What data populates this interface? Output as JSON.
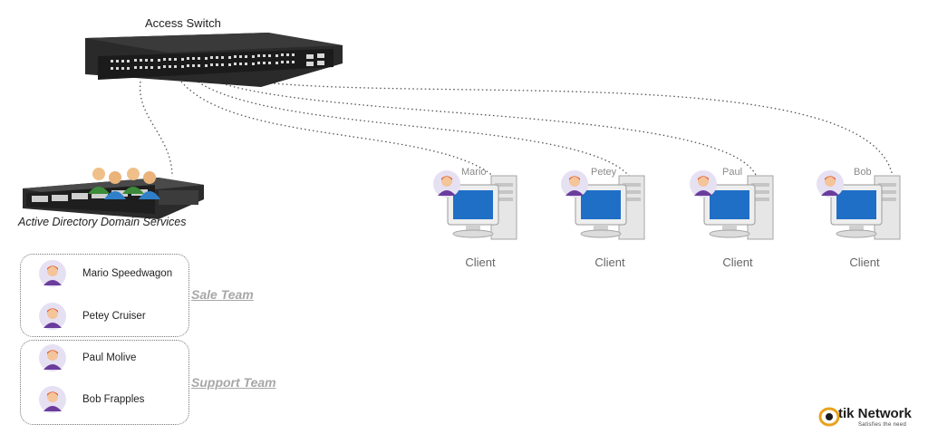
{
  "switch": {
    "title": "Access Switch"
  },
  "server": {
    "label": "Active Directory Domain Services"
  },
  "groups": [
    {
      "team": "Sale Team",
      "members": [
        "Mario Speedwagon",
        "Petey Cruiser"
      ]
    },
    {
      "team": "Support Team",
      "members": [
        "Paul Molive",
        "Bob Frapples"
      ]
    }
  ],
  "clients": [
    {
      "name": "Mario",
      "caption": "Client"
    },
    {
      "name": "Petey",
      "caption": "Client"
    },
    {
      "name": "Paul",
      "caption": "Client"
    },
    {
      "name": "Bob",
      "caption": "Client"
    }
  ],
  "logo": {
    "brand": "tik Network",
    "tagline": "Satisfies the need"
  },
  "colors": {
    "link": "#555555",
    "monitor_blue": "#1f6fc6",
    "avatar_shirt": "#6a3c9c",
    "avatar_hair": "#e0562a",
    "avatar_bg": "#e6e0f3",
    "team_label": "#a7a7a7",
    "logo_accent": "#e8a21b"
  }
}
